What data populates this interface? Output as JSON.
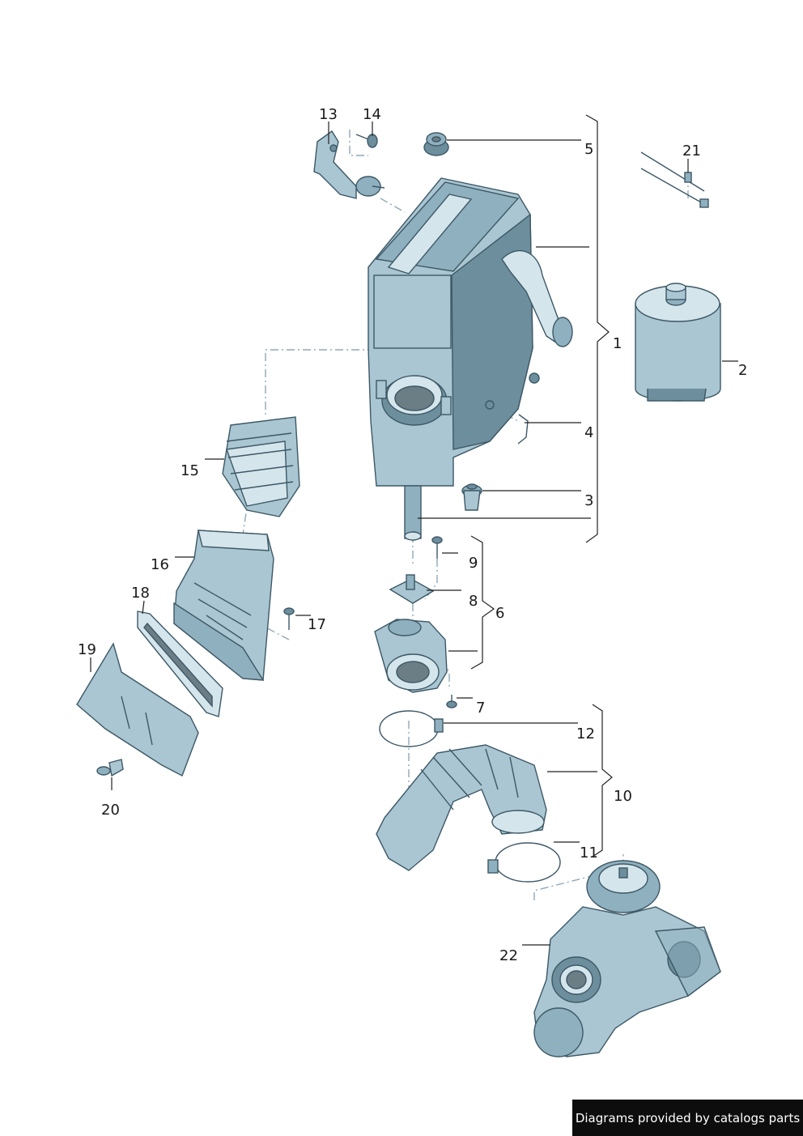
{
  "credit": "Diagrams provided by catalogs parts",
  "callouts": {
    "c1": "1",
    "c2": "2",
    "c3": "3",
    "c4": "4",
    "c5": "5",
    "c6": "6",
    "c7": "7",
    "c8": "8",
    "c9": "9",
    "c10": "10",
    "c11": "11",
    "c12": "12",
    "c13": "13",
    "c14": "14",
    "c15": "15",
    "c16": "16",
    "c17": "17",
    "c18": "18",
    "c19": "19",
    "c20": "20",
    "c21": "21",
    "c22": "22"
  },
  "colors": {
    "part_fill": "#a9c6d2",
    "part_stroke": "#3d5866",
    "dash_line": "#8fa8b8",
    "credit_bg": "#0d0d0d"
  }
}
